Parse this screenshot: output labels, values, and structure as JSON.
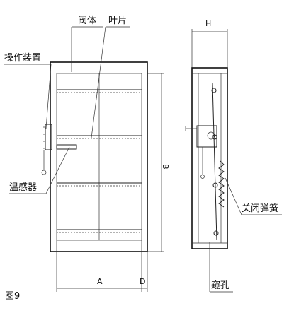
{
  "labels": {
    "valve_body": "阀体",
    "blade": "叶片",
    "actuator": "操作装置",
    "thermostat": "温感器",
    "closing_spring": "关闭弹簧",
    "peephole": "窥孔",
    "figure_no": "图9"
  },
  "dimensions": {
    "width": "A",
    "height": "B",
    "depth_d": "D",
    "depth_h": "H"
  }
}
